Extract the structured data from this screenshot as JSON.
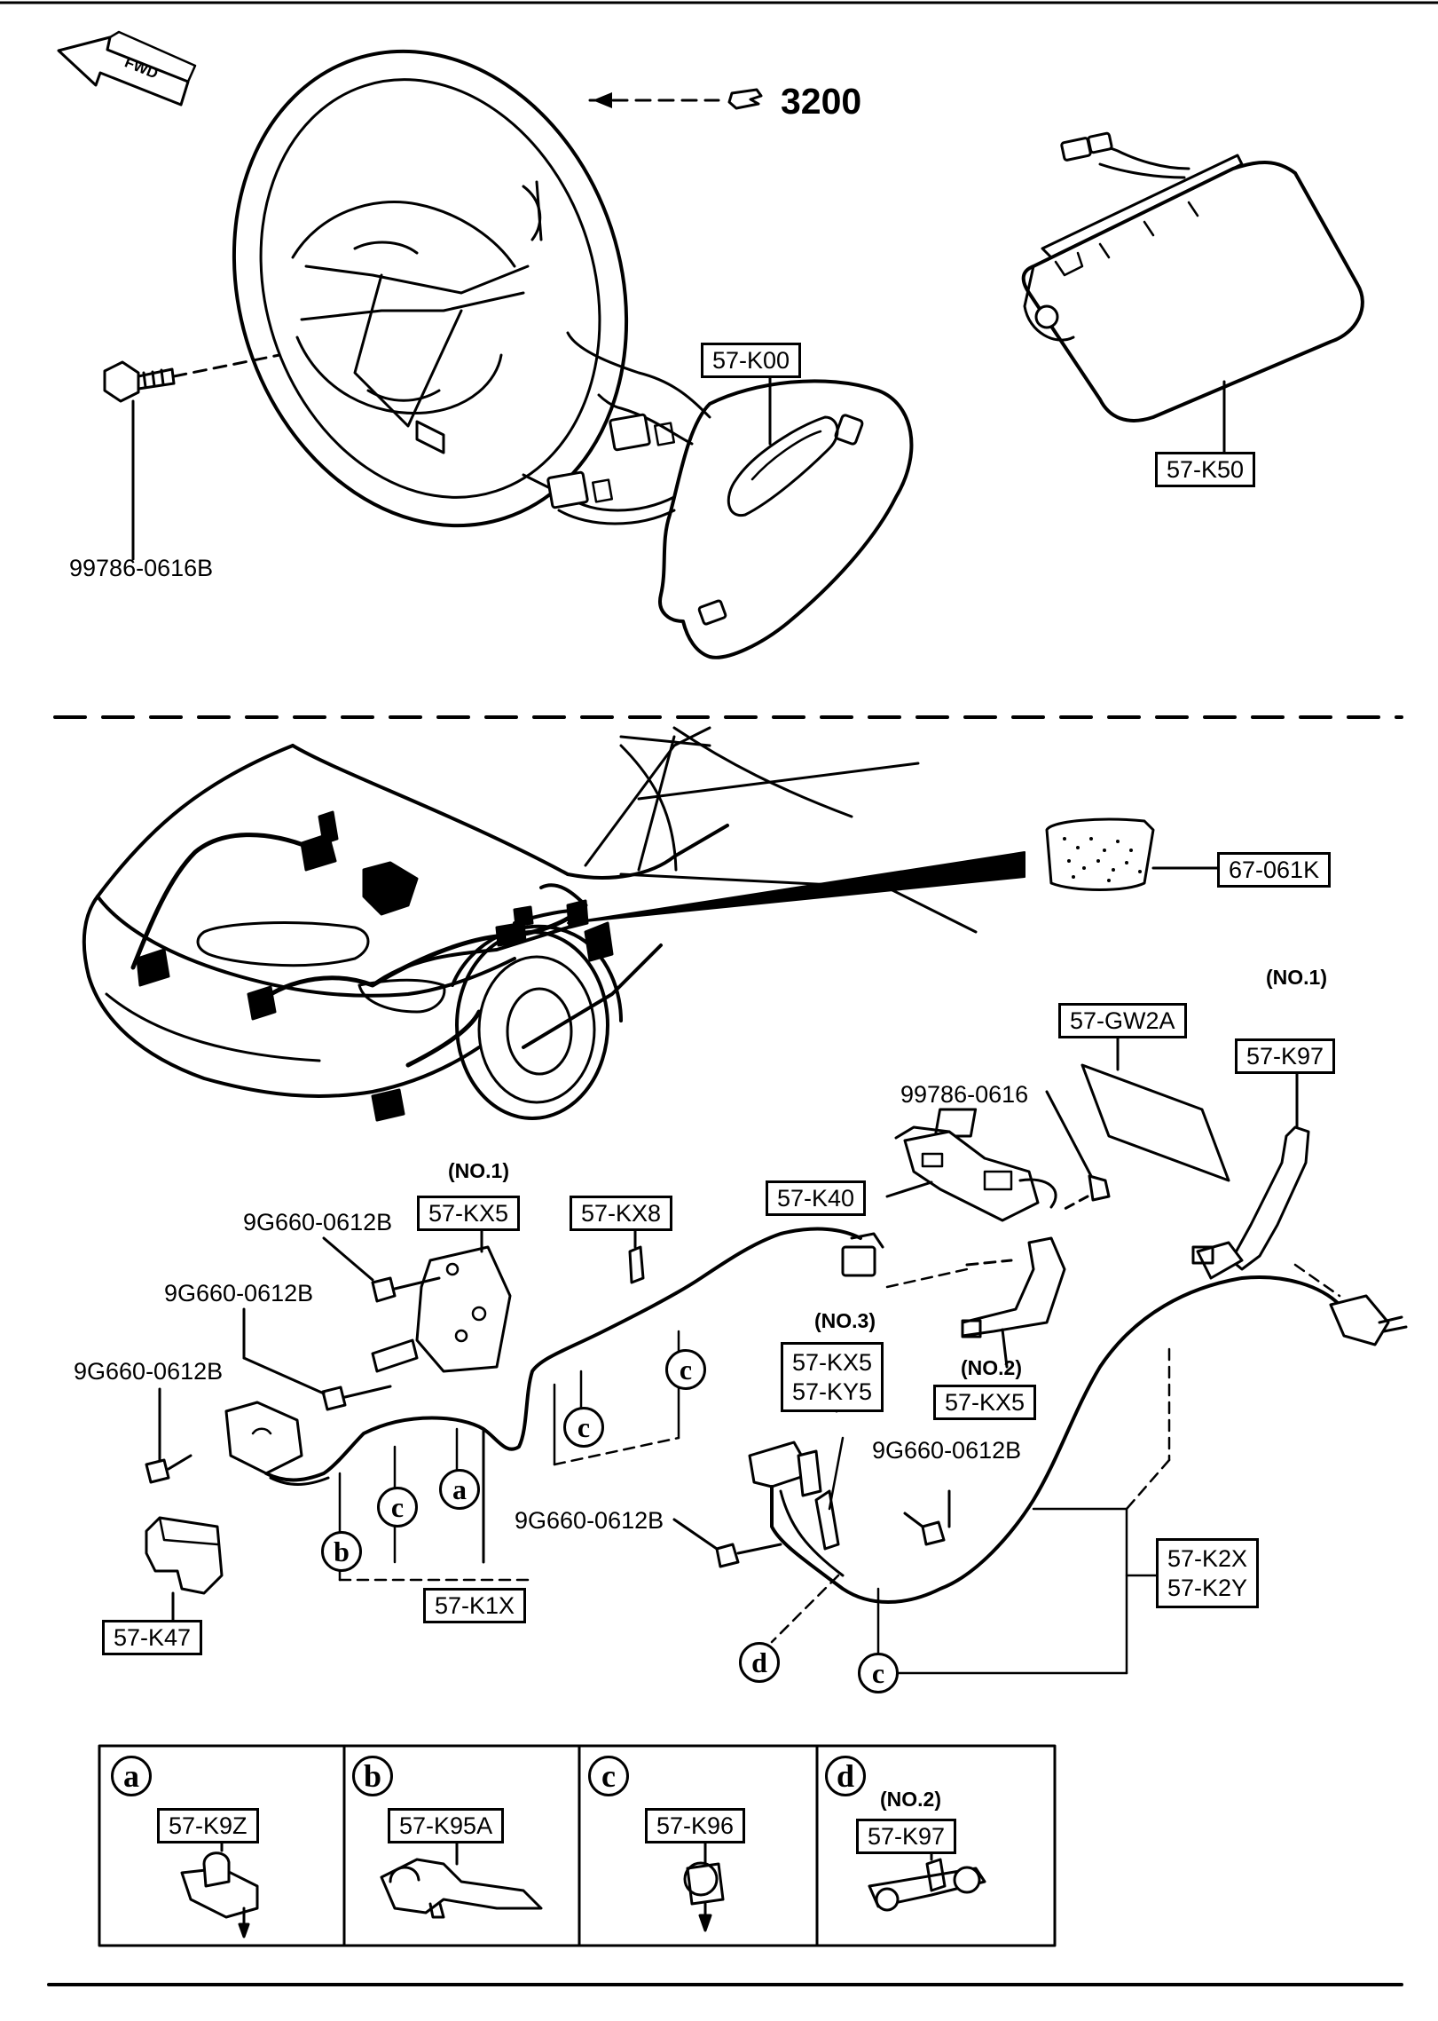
{
  "header": {
    "forward_indicator": "FWD",
    "reference_group": "3200",
    "reference_icon": "pointing-hand-icon"
  },
  "parts": {
    "steering_bolt": "99786-0616B",
    "driver_airbag": "57-K00",
    "passenger_airbag": "57-K50",
    "label_part": "67-061K",
    "gasket": "57-GW2A",
    "bracket_no1_note": "(NO.1)",
    "bracket_no1": "57-K97",
    "bolt_99786_0616": "99786-0616",
    "sensor_module": "57-K40",
    "sensor_no1_note": "(NO.1)",
    "sensor_no1": "57-KX5",
    "clip_kx8": "57-KX8",
    "bolt_a": "9G660-0612B",
    "bolt_b": "9G660-0612B",
    "bolt_c": "9G660-0612B",
    "bolt_d": "9G660-0612B",
    "bolt_e": "9G660-0612B",
    "sensor_no3_note": "(NO.3)",
    "sensor_no3_line1": "57-KX5",
    "sensor_no3_line2": "57-KY5",
    "sensor_no2_note": "(NO.2)",
    "sensor_no2": "57-KX5",
    "harness_front": "57-K1X",
    "cover": "57-K47",
    "harness_rear_line1": "57-K2X",
    "harness_rear_line2": "57-K2Y"
  },
  "callouts": {
    "a": "a",
    "b": "b",
    "c": "c",
    "d": "d"
  },
  "detail_boxes": [
    {
      "letter": "a",
      "part": "57-K9Z",
      "note": ""
    },
    {
      "letter": "b",
      "part": "57-K95A",
      "note": ""
    },
    {
      "letter": "c",
      "part": "57-K96",
      "note": ""
    },
    {
      "letter": "d",
      "part": "57-K97",
      "note": "(NO.2)"
    }
  ]
}
